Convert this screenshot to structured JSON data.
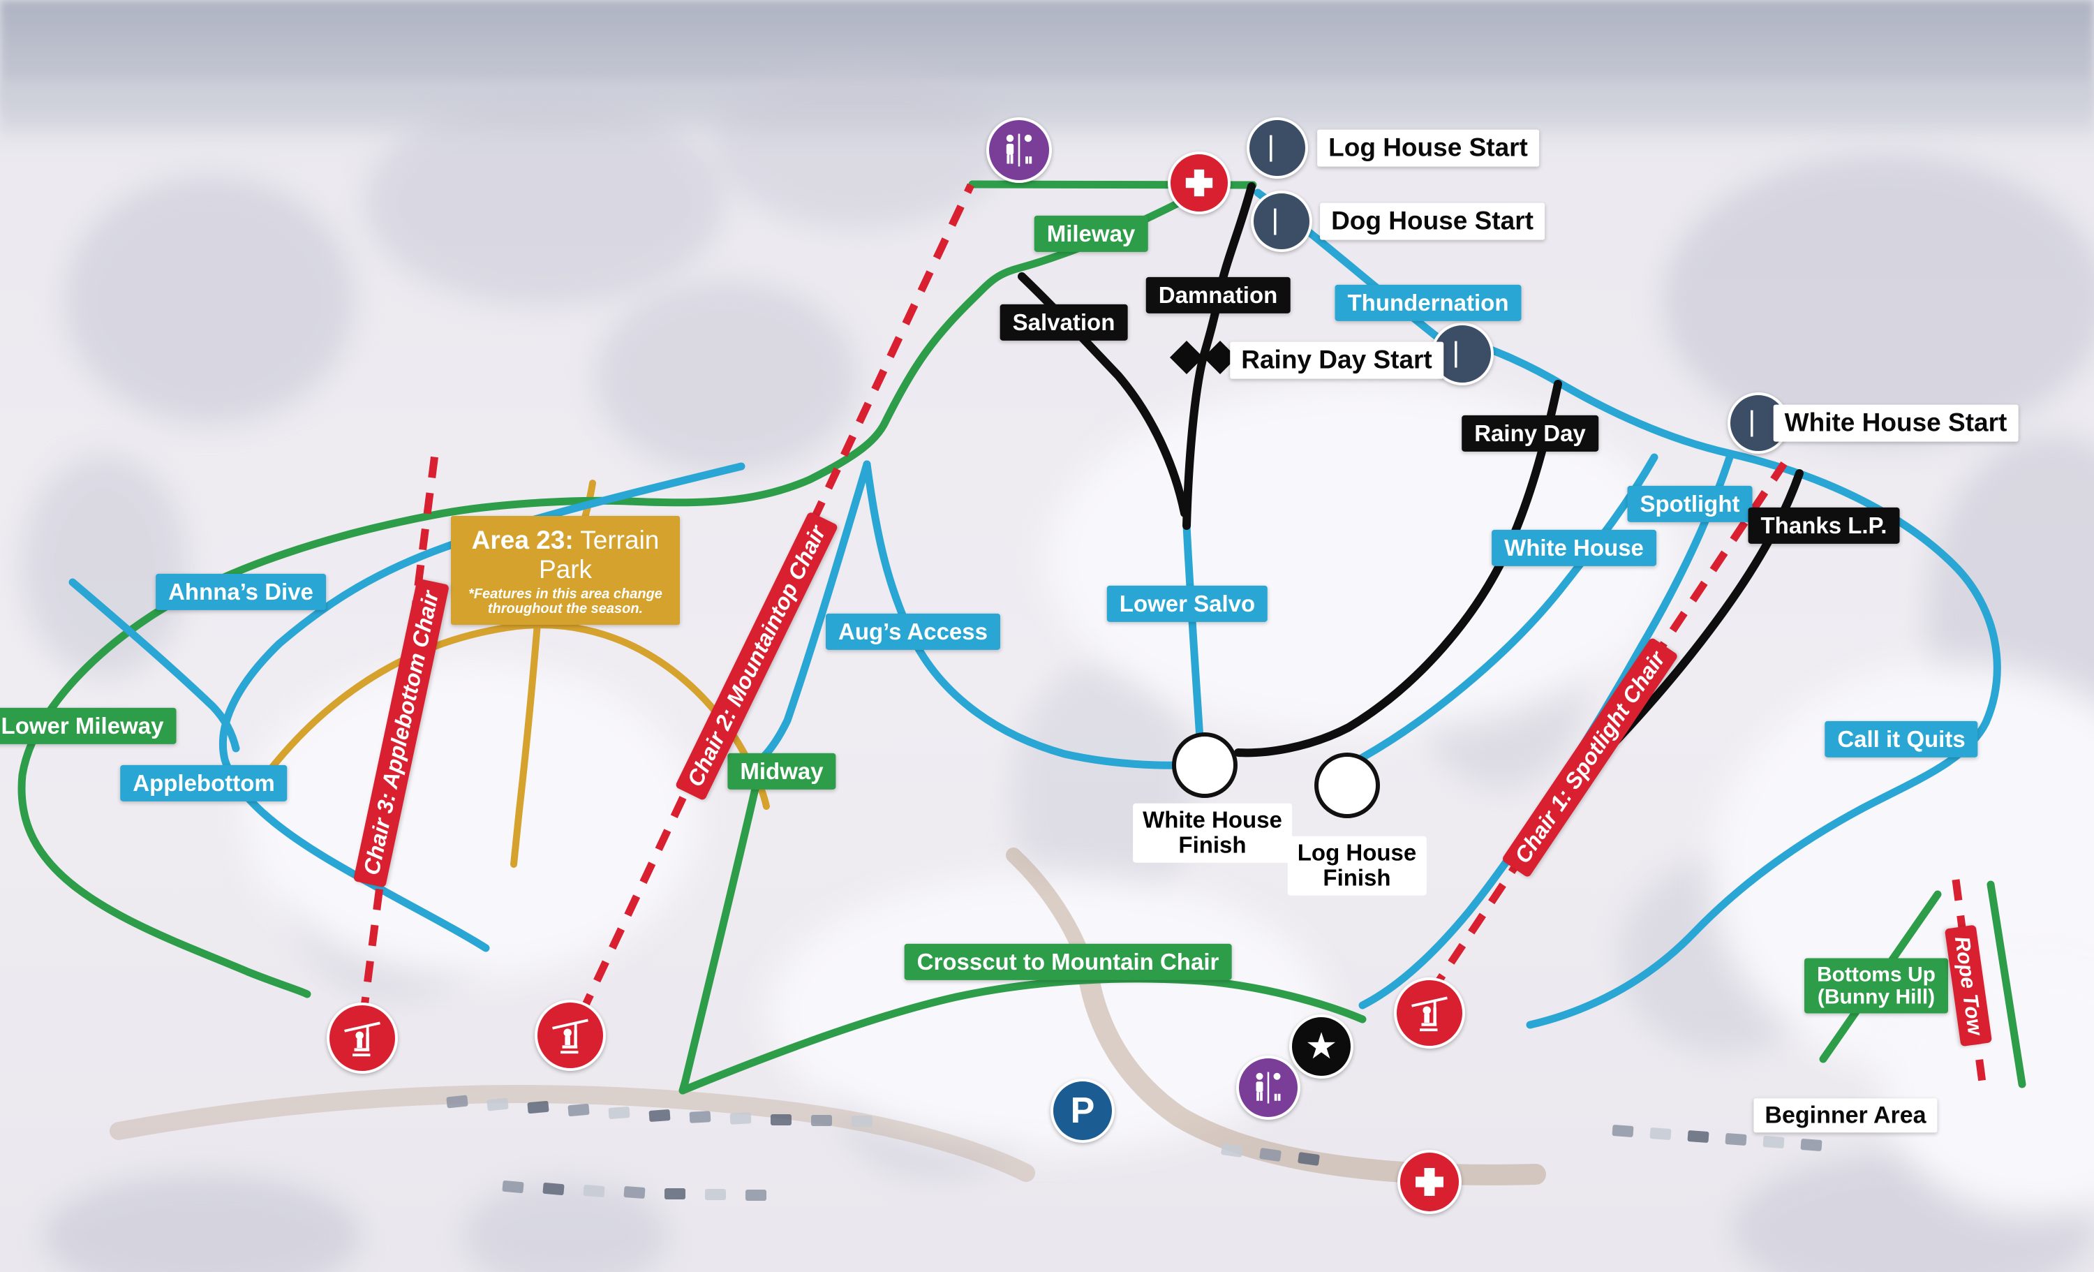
{
  "colors": {
    "green": "#2d9d49",
    "blue": "#29a6d4",
    "black_trail": "#0e0e0e",
    "red": "#d92030",
    "gold": "#d6a22e",
    "navy": "#3c4d66",
    "purple": "#7a3d98",
    "parking_blue": "#1b5d92",
    "tree": "#c8c8d5",
    "road": "#b2967c"
  },
  "trails": {
    "green": {
      "mileway": "Mileway",
      "lower_mileway": "Lower Mileway",
      "midway": "Midway",
      "crosscut": "Crosscut to Mountain Chair",
      "bottoms_up_line1": "Bottoms Up",
      "bottoms_up_line2": "(Bunny Hill)"
    },
    "blue": {
      "thundernation": "Thundernation",
      "ahnnas_dive": "Ahnna’s Dive",
      "applebottom": "Applebottom",
      "augs_access": "Aug’s Access",
      "lower_salvo": "Lower Salvo",
      "white_house": "White House",
      "spotlight": "Spotlight",
      "call_it_quits": "Call it Quits"
    },
    "black": {
      "salvation": "Salvation",
      "damnation": "Damnation",
      "rainy_day": "Rainy Day",
      "thanks_lp": "Thanks L.P."
    }
  },
  "lifts": {
    "chair1": "Chair 1: Spotlight Chair",
    "chair2": "Chair 2: Mountaintop Chair",
    "chair3": "Chair 3: Applebottom Chair",
    "rope_tow": "Rope Tow"
  },
  "race_points": {
    "log_house_start": "Log House Start",
    "dog_house_start": "Dog House Start",
    "rainy_day_start": "Rainy Day Start",
    "white_house_start": "White House Start",
    "white_house_finish_line1": "White House",
    "white_house_finish_line2": "Finish",
    "log_house_finish_line1": "Log House",
    "log_house_finish_line2": "Finish"
  },
  "terrain_park": {
    "title_bold": "Area 23:",
    "title_rest": " Terrain Park",
    "note_line1": "*Features in this area change",
    "note_line2": "throughout the season."
  },
  "areas": {
    "beginner": "Beginner Area"
  },
  "facilities": {
    "parking_letter": "P"
  }
}
